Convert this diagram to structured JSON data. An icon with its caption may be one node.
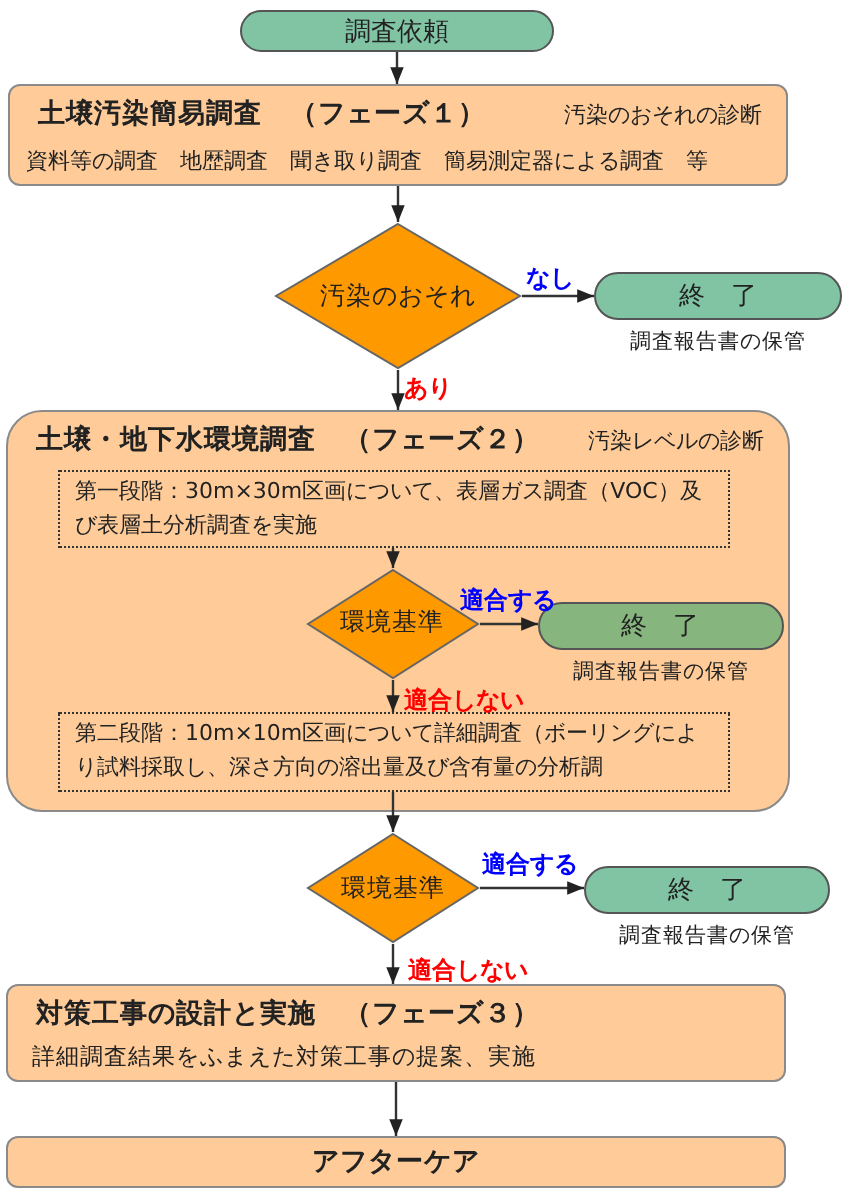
{
  "diagram": {
    "nodes": [
      {
        "text": [
          "調査依頼"
        ]
      },
      {
        "text": [
          "土壌汚染簡易調査　（フェーズ１）",
          "汚染のおそれの診断",
          "資料等の調査　地歴調査　聞き取り調査　簡易測定器による調査　等"
        ]
      },
      {
        "text": [
          "汚染のおそれ"
        ]
      },
      {
        "text": [
          "終　了"
        ],
        "beside": [
          "調査報告書の保管"
        ]
      },
      {
        "text": [
          "土壌・地下水環境調査　（フェーズ２）",
          "汚染レベルの診断"
        ]
      },
      {
        "text": [
          "第一段階：30m×30m区画について、表層ガス調査（VOC）及び表層土分析調査を実施"
        ],
        "in": 4
      },
      {
        "text": [
          "環境基準"
        ],
        "in": 4
      },
      {
        "text": [
          "終　了"
        ],
        "beside": [
          "調査報告書の保管"
        ],
        "in": 4
      },
      {
        "text": [
          "第二段階：10m×10m区画について詳細調査（ボーリングにより試料採取し、深さ方向の溶出量及び含有量の分析調"
        ],
        "in": 4
      },
      {
        "text": [
          "環境基準"
        ]
      },
      {
        "text": [
          "終　了"
        ],
        "beside": [
          "調査報告書の保管"
        ]
      },
      {
        "text": [
          "対策工事の設計と実施　（フェーズ３）",
          "詳細調査結果をふまえた対策工事の提案、実施"
        ]
      },
      {
        "text": [
          "アフターケア"
        ]
      }
    ],
    "edges": [
      {
        "from": 0,
        "to": 1,
        "arrow": "to"
      },
      {
        "from": 1,
        "to": 2,
        "arrow": "to"
      },
      {
        "from": 2,
        "to": 3,
        "arrow": "to",
        "label": "なし"
      },
      {
        "from": 2,
        "to": 4,
        "arrow": "to",
        "label": "あり"
      },
      {
        "from": 5,
        "to": 6,
        "arrow": "to"
      },
      {
        "from": 6,
        "to": 7,
        "arrow": "to",
        "label": "適合する"
      },
      {
        "from": 6,
        "to": 8,
        "arrow": "to",
        "label": "適合しない"
      },
      {
        "from": 8,
        "to": 9,
        "arrow": "to"
      },
      {
        "from": 9,
        "to": 10,
        "arrow": "to",
        "label": "適合する"
      },
      {
        "from": 9,
        "to": 11,
        "arrow": "to",
        "label": "適合しない"
      },
      {
        "from": 11,
        "to": 12,
        "arrow": "to"
      }
    ]
  }
}
